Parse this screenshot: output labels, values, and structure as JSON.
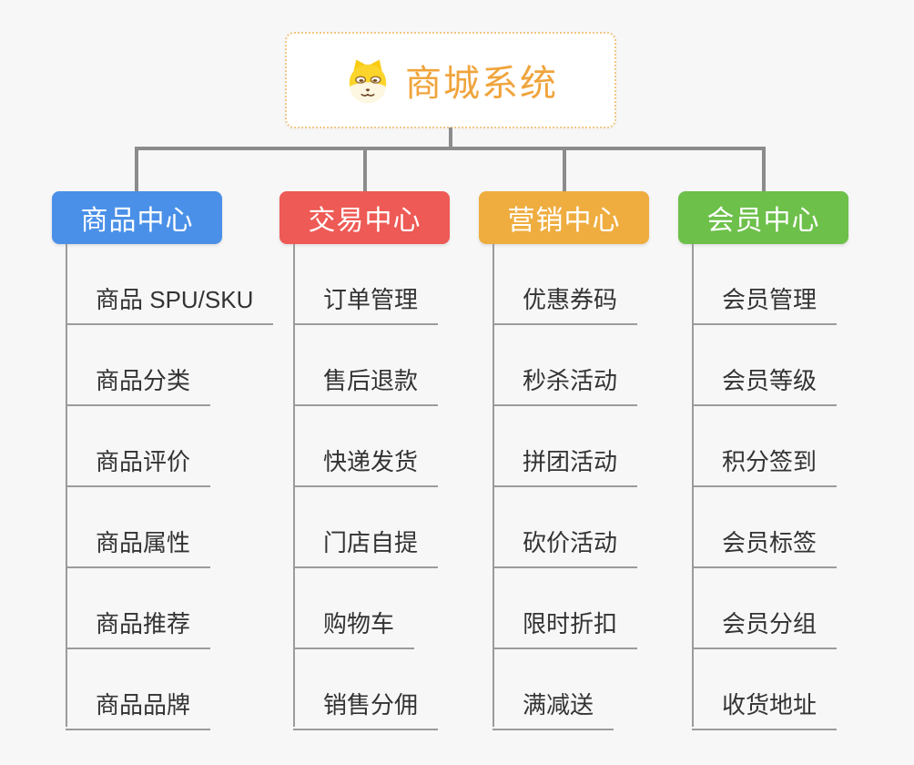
{
  "root": {
    "title": "商城系统",
    "icon": "doge-icon"
  },
  "branches": [
    {
      "id": "product-center",
      "label": "商品中心",
      "color": "#4a90e8",
      "items": [
        "商品 SPU/SKU",
        "商品分类",
        "商品评价",
        "商品属性",
        "商品推荐",
        "商品品牌"
      ]
    },
    {
      "id": "trade-center",
      "label": "交易中心",
      "color": "#ee5a55",
      "items": [
        "订单管理",
        "售后退款",
        "快递发货",
        "门店自提",
        "购物车",
        "销售分佣"
      ]
    },
    {
      "id": "marketing-center",
      "label": "营销中心",
      "color": "#efad40",
      "items": [
        "优惠券码",
        "秒杀活动",
        "拼团活动",
        "砍价活动",
        "限时折扣",
        "满减送"
      ]
    },
    {
      "id": "member-center",
      "label": "会员中心",
      "color": "#6dc04a",
      "items": [
        "会员管理",
        "会员等级",
        "积分签到",
        "会员标签",
        "会员分组",
        "收货地址"
      ]
    }
  ],
  "colors": {
    "background": "#f7f7f7",
    "connector_main": "#8c8c8c",
    "connector_sub": "#9b9b9b",
    "root_accent": "#f0a43c",
    "root_border": "#f2c583",
    "leaf_text": "#333333"
  }
}
